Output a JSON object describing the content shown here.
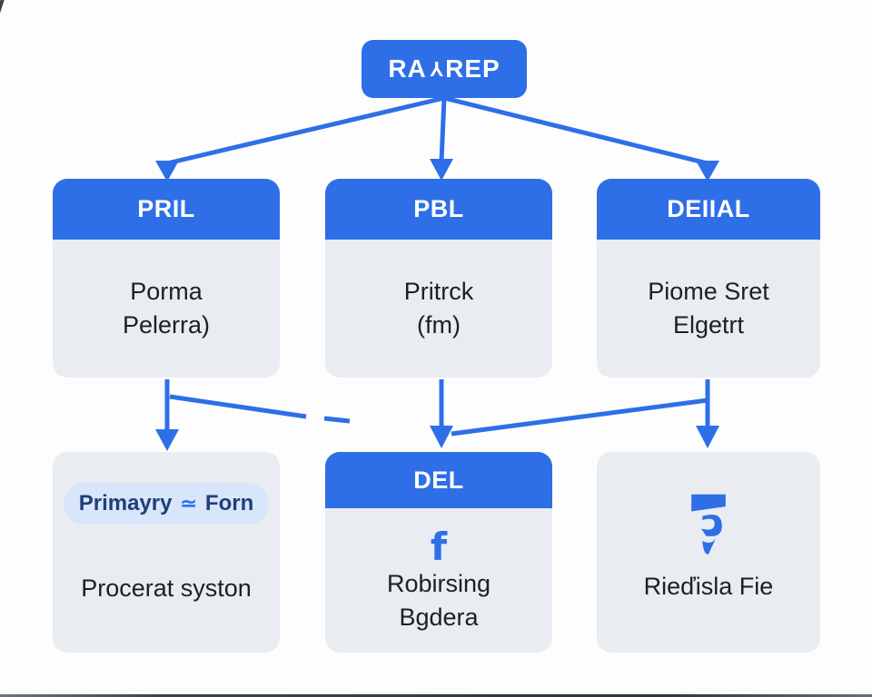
{
  "palette": {
    "accent_blue": "#2e6fe8",
    "card_gray": "#e9edf1",
    "pill_bg": "#d8e5fb",
    "pill_text": "#1e3f78",
    "body_text": "#1c2026",
    "header_text": "#ffffff"
  },
  "root": {
    "title_pre": "RA",
    "title_glyph": "Y",
    "title_post": "REP"
  },
  "row2": {
    "left": {
      "header": "PRIL",
      "line1": "Porma",
      "line2": "Pelerra)"
    },
    "middle": {
      "header": "PBL",
      "line1": "Pritrck",
      "line2": "(fm)"
    },
    "right": {
      "header": "DEIIAL",
      "line1": "Piome Sret",
      "line2": "Elgetrt"
    }
  },
  "row3": {
    "left": {
      "pill_pre": "Primayry",
      "pill_glyph": "≃",
      "pill_post": "Forn",
      "body": "Procerat syston"
    },
    "middle": {
      "header": "DEL",
      "icon_glyph": "f",
      "line1": "Robirsing",
      "line2": "Bgdera"
    },
    "right": {
      "body": "Rieďisla Fie"
    }
  }
}
